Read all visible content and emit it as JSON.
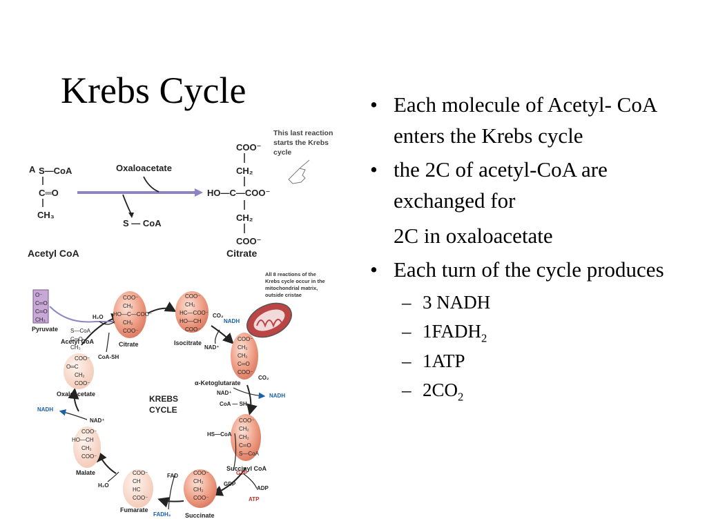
{
  "slide": {
    "title": "Krebs Cycle",
    "bullets": [
      {
        "text": "Each molecule of Acetyl- CoA enters the Krebs cycle"
      },
      {
        "text": "the 2C of acetyl-CoA are exchanged for"
      },
      {
        "text": "2C in oxaloacetate"
      },
      {
        "text": "Each turn of the cycle produces"
      }
    ],
    "subitems": [
      {
        "base": "3 NADH",
        "sub": ""
      },
      {
        "base": "1FADH",
        "sub": "2"
      },
      {
        "base": "1ATP",
        "sub": ""
      },
      {
        "base": "2CO",
        "sub": "2"
      }
    ]
  },
  "top_figure": {
    "note": "This last reaction starts the Krebs cycle",
    "acetyl_label": "Acetyl CoA",
    "oxaloacetate_label": "Oxaloacetate",
    "sco_label": "S — CoA",
    "citrate_label": "Citrate",
    "acetyl_s_coa": "S—CoA",
    "acetyl_co": "C═O",
    "acetyl_ch3": "CH₃",
    "cit_coo_top": "COO⁻",
    "cit_ch2_a": "CH₂",
    "cit_center": "HO—C—COO⁻",
    "cit_ch2_b": "CH₂",
    "cit_coo_bottom": "COO⁻"
  },
  "cycle_figure": {
    "center_label_1": "KREBS",
    "center_label_2": "CYCLE",
    "note": "All 8 reactions of the Krebs cycle occur in the mitochondrial matrix, outside cristae",
    "molecules": {
      "pyruvate": "Pyruvate",
      "acetyl_coa": "Acetyl CoA",
      "citrate": "Citrate",
      "isocitrate": "Isocitrate",
      "ketoglutarate": "α-Ketoglutarate",
      "succinyl_coa": "Succinyl CoA",
      "succinate": "Succinate",
      "fumarate": "Fumarate",
      "malate": "Malate",
      "oxaloacetate": "Oxaloacetate"
    },
    "cofactors": {
      "h2o_1": "H₂O",
      "coa_sh_1": "CoA-SH",
      "co2_1": "CO₂",
      "nadh_1": "NADH",
      "nad_1": "NAD⁺",
      "co2_2": "CO₂",
      "nad_2": "NAD⁺",
      "nadh_2": "NADH",
      "coa_sh_2": "CoA — SH",
      "hs_coa": "HS—CoA",
      "gtp": "GTP",
      "gdp": "GDP",
      "adp": "ADP",
      "atp": "ATP",
      "fad": "FAD",
      "fadh2": "FADH₂",
      "h2o_2": "H₂O",
      "nad_3": "NAD⁺",
      "nadh_3": "NADH"
    },
    "colors": {
      "molecule": "#e8917a",
      "nadh": "#1a5fa8",
      "gtp_atp": "#c0302a",
      "acetyl_arrow": "#8c84c4"
    }
  }
}
